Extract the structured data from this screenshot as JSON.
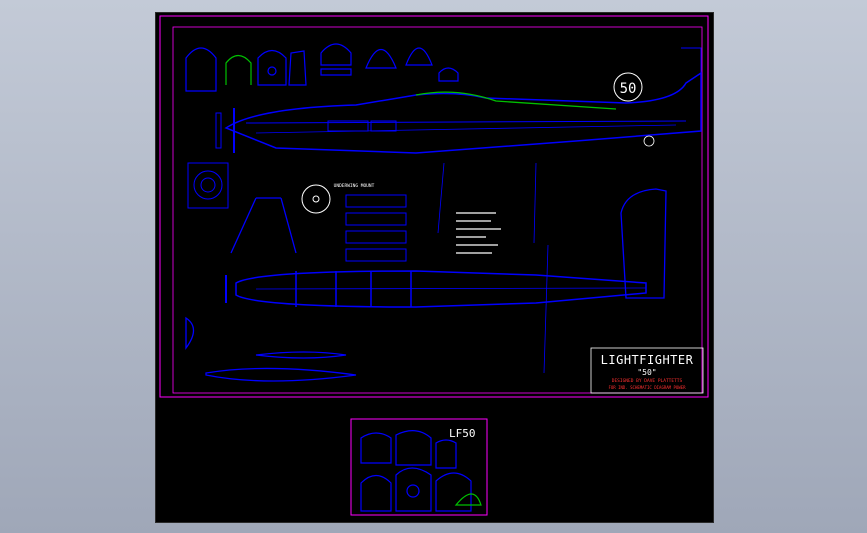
{
  "drawing": {
    "title_main": "LIGHTFIGHTER",
    "title_sub": "\"50\"",
    "designer": "DESIGNED BY DAVE PLATTETTS",
    "purpose": "FOR IND. SCHEMATIC DIAGRAM POWER",
    "race_number": "50"
  },
  "parts_sheet": {
    "logo": "LF50"
  },
  "labels": {
    "underwing_mount": "UNDERWING MOUNT"
  },
  "colors": {
    "canvas": "#000000",
    "frame": "#ff00ff",
    "lines": "#0000ff",
    "accent_green": "#00c000",
    "text": "#ffffff"
  }
}
